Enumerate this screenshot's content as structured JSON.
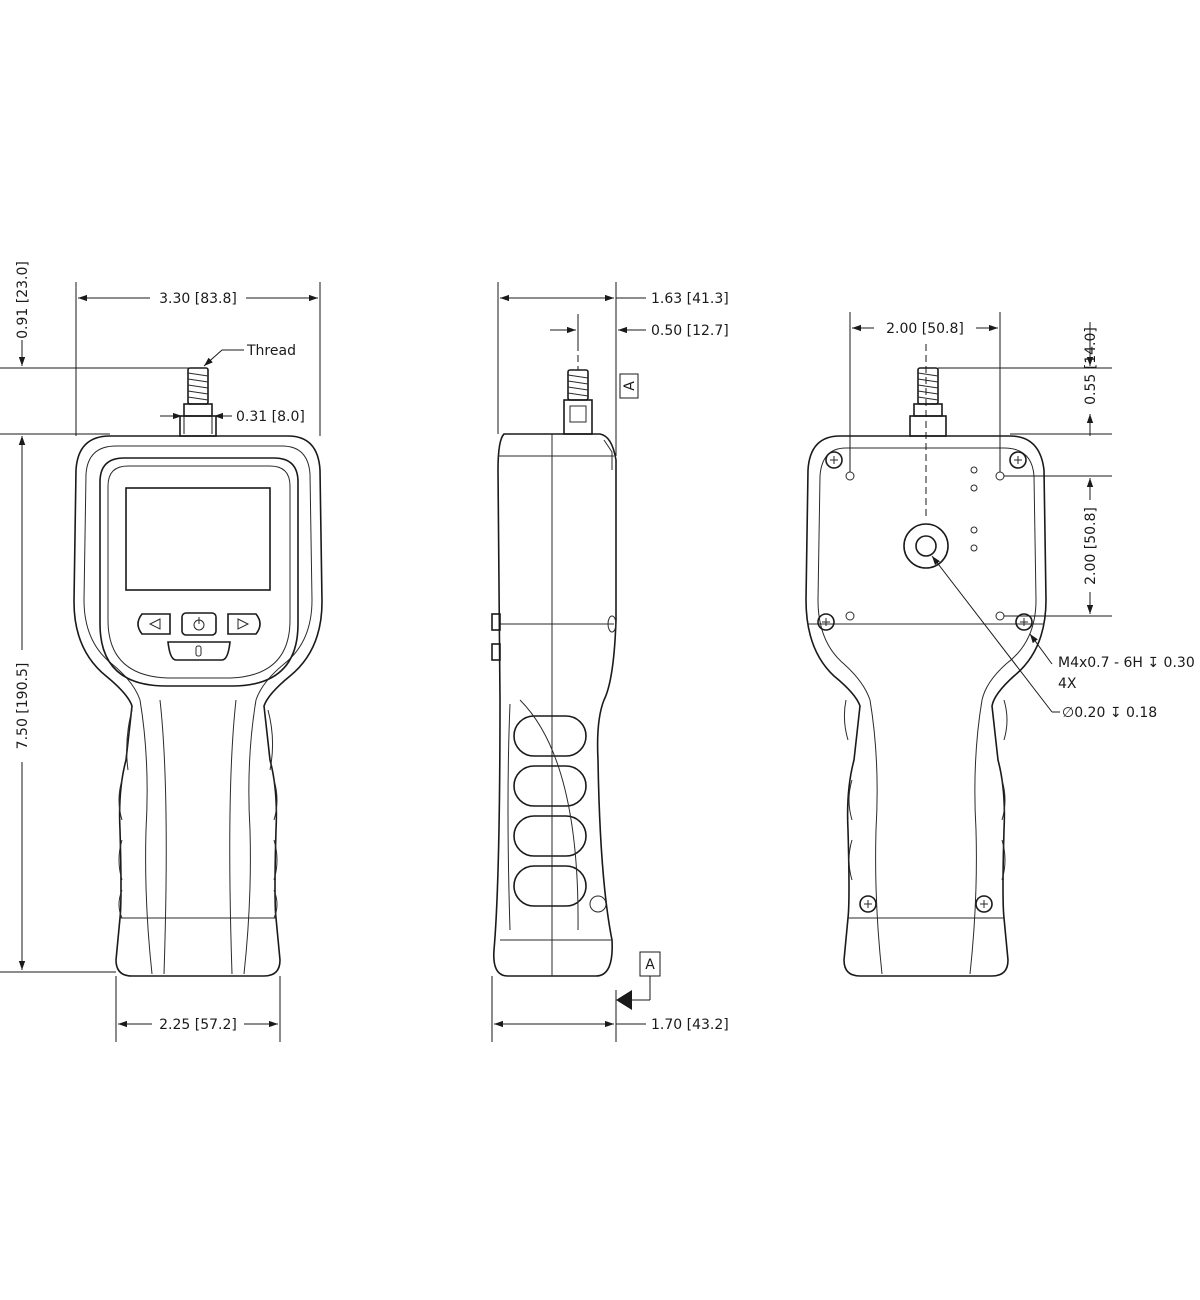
{
  "front_view": {
    "dim_width_top": "3.30 [83.8]",
    "dim_height_thread": "0.91 [23.0]",
    "thread_label": "Thread",
    "dim_thread_width": "0.31 [8.0]",
    "dim_height_total": "7.50 [190.5]",
    "dim_width_bottom": "2.25 [57.2]"
  },
  "side_view": {
    "dim_depth_top": "1.63 [41.3]",
    "dim_thread_offset": "0.50 [12.7]",
    "datum_label": "A",
    "dim_depth_bottom": "1.70 [43.2]"
  },
  "back_view": {
    "dim_hole_spacing_horizontal": "2.00 [50.8]",
    "dim_thread_height": "0.55 [14.0]",
    "dim_hole_spacing_vertical": "2.00 [50.8]",
    "callout_thread_hole": "M4x0.7 - 6H ↧ 0.30",
    "callout_thread_count": "4X",
    "callout_pin_hole": "∅0.20 ↧ 0.18"
  }
}
